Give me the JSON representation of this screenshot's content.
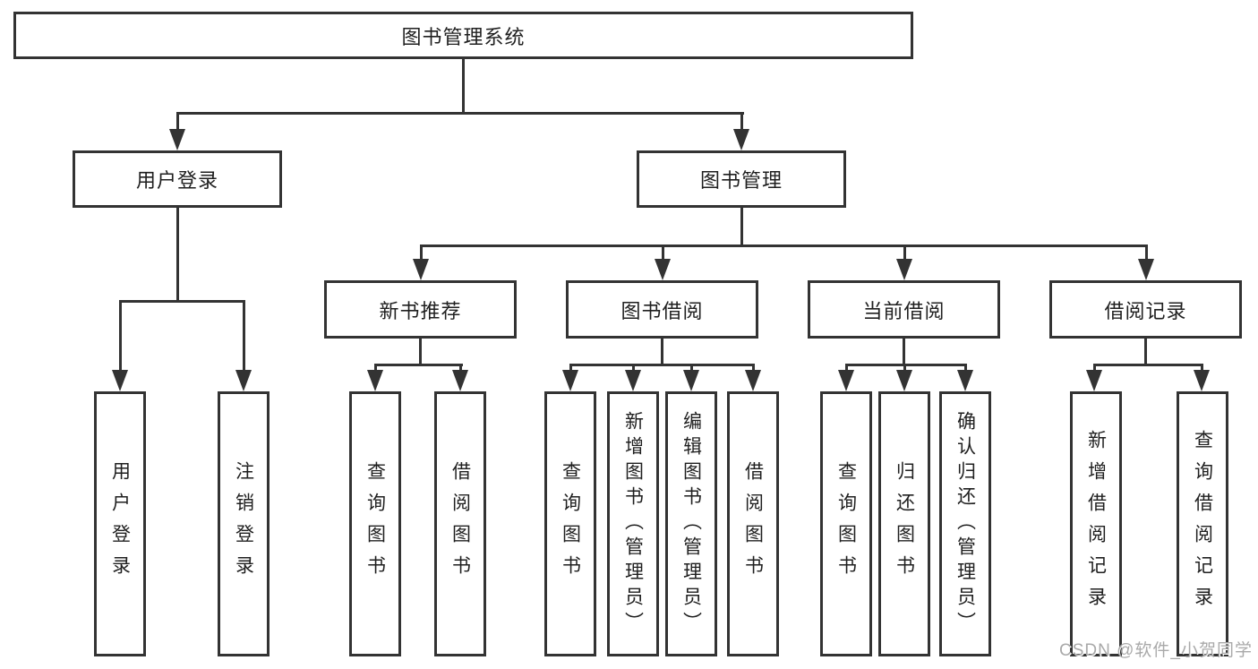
{
  "diagram": {
    "root": {
      "label": "图书管理系统"
    },
    "branches": [
      {
        "label": "用户登录",
        "children": [
          {
            "label": "用户登录"
          },
          {
            "label": "注销登录"
          }
        ]
      },
      {
        "label": "图书管理",
        "children": [
          {
            "label": "新书推荐",
            "children": [
              {
                "label": "查询图书"
              },
              {
                "label": "借阅图书"
              }
            ]
          },
          {
            "label": "图书借阅",
            "children": [
              {
                "label": "查询图书"
              },
              {
                "label": "新增图书（管理员）"
              },
              {
                "label": "编辑图书（管理员）"
              },
              {
                "label": "借阅图书"
              }
            ]
          },
          {
            "label": "当前借阅",
            "children": [
              {
                "label": "查询图书"
              },
              {
                "label": "归还图书"
              },
              {
                "label": "确认归还（管理员）"
              }
            ]
          },
          {
            "label": "借阅记录",
            "children": [
              {
                "label": "新增借阅记录"
              },
              {
                "label": "查询借阅记录"
              }
            ]
          }
        ]
      }
    ]
  },
  "watermark": {
    "text": "CSDN @软件_小贺同学"
  },
  "colors": {
    "line": "#333333",
    "text": "#1f1f1f",
    "background": "#ffffff",
    "watermark": "#a9a9a9"
  }
}
